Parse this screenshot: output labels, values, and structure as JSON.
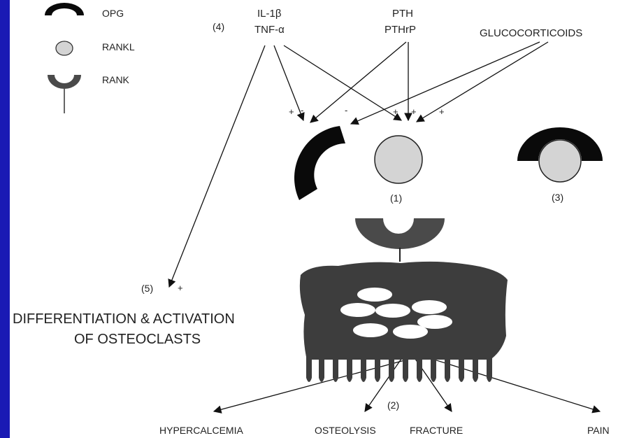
{
  "legend": {
    "opg": "OPG",
    "rankl": "RANKL",
    "rank": "RANK"
  },
  "regulators": {
    "il1b": "IL-1β",
    "tnfa": "TNF-α",
    "pth": "PTH",
    "pthrp": "PTHrP",
    "glucocorticoids": "GLUCOCORTICOIDS"
  },
  "steps": {
    "s1": "(1)",
    "s2": "(2)",
    "s3": "(3)",
    "s4": "(4)",
    "s5": "(5)"
  },
  "signs": {
    "plus": "+",
    "minus": "-"
  },
  "outcome": {
    "line1": "DIFFERENTIATION & ACTIVATION",
    "line2": "OF OSTEOCLASTS"
  },
  "effects": {
    "hypercalcemia": "HYPERCALCEMIA",
    "osteolysis": "OSTEOLYSIS",
    "fracture": "FRACTURE",
    "pain": "PAIN"
  },
  "colors": {
    "frame": "#1a1ab4",
    "opg": "#0a0a0a",
    "rankl": "#d4d4d4",
    "rank": "#4a4a4a",
    "osteoclast": "#3d3d3d"
  }
}
